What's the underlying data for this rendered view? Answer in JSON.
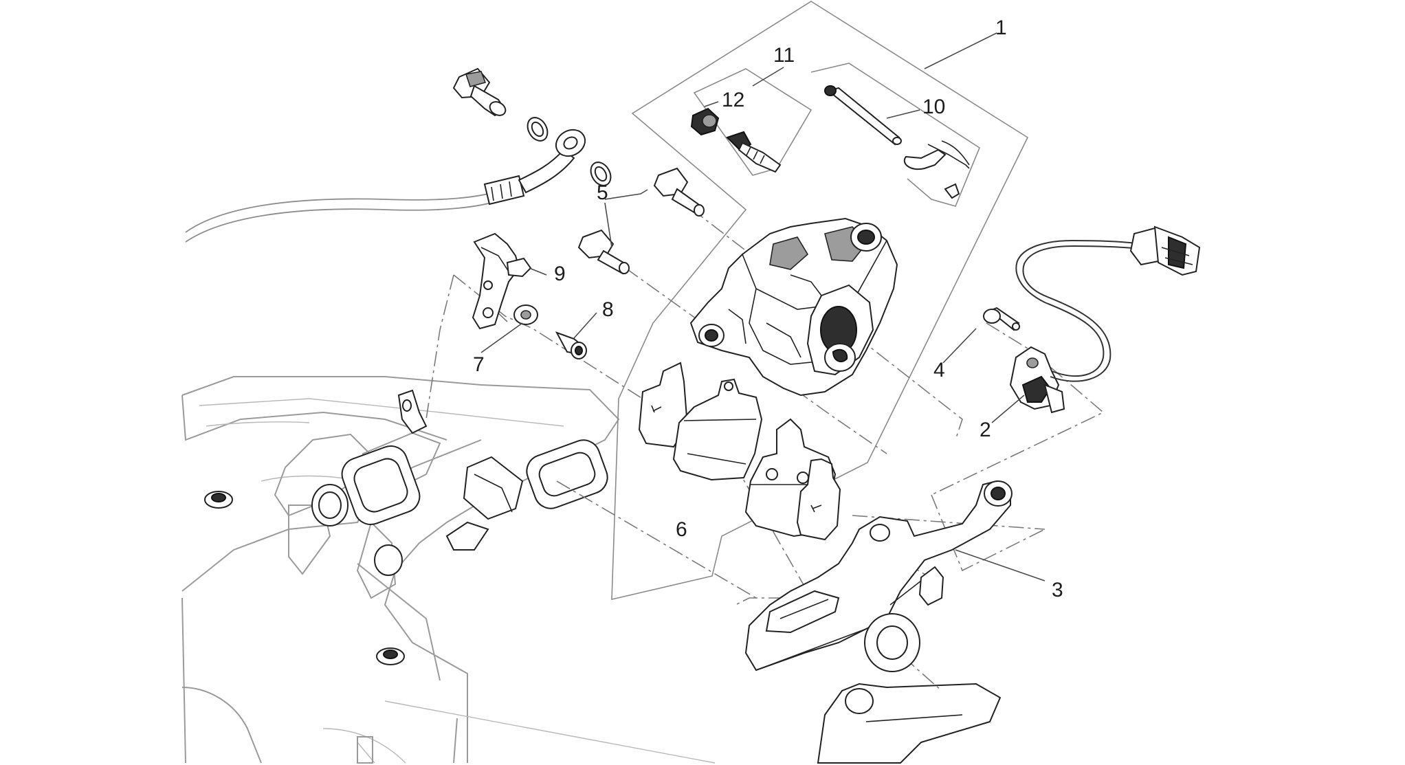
{
  "diagram": {
    "parts": [
      {
        "id": "1",
        "label": "1"
      },
      {
        "id": "2",
        "label": "2"
      },
      {
        "id": "3",
        "label": "3"
      },
      {
        "id": "4",
        "label": "4"
      },
      {
        "id": "5",
        "label": "5"
      },
      {
        "id": "6",
        "label": "6"
      },
      {
        "id": "7",
        "label": "7"
      },
      {
        "id": "8",
        "label": "8"
      },
      {
        "id": "9",
        "label": "9"
      },
      {
        "id": "10",
        "label": "10"
      },
      {
        "id": "11",
        "label": "11"
      },
      {
        "id": "12",
        "label": "12"
      }
    ]
  }
}
